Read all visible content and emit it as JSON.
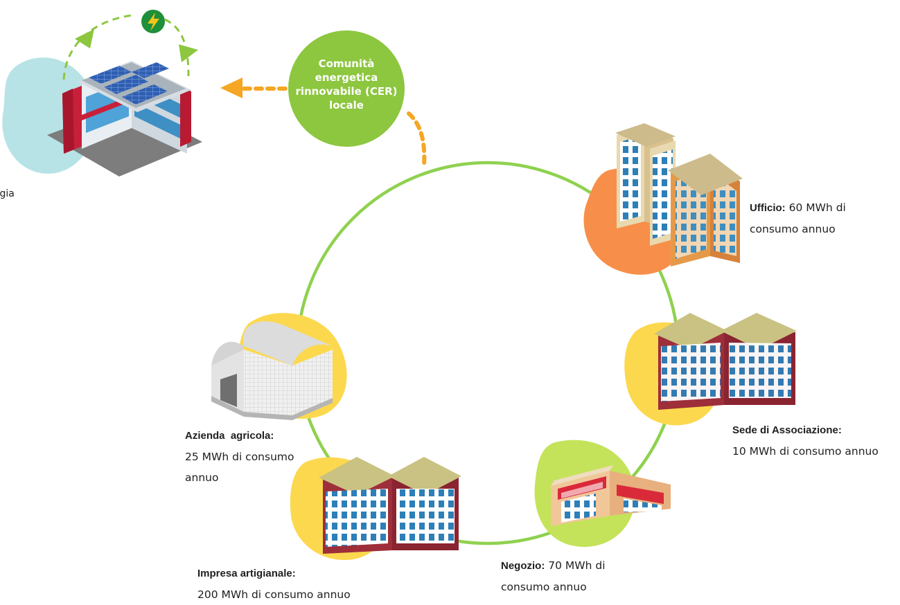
{
  "cer": {
    "label": "Comunità energetica rinnovabile (CER) locale",
    "color": "#8dc63f"
  },
  "producer": {
    "label_fragment": "rgia"
  },
  "colors": {
    "ring": "#8fd14f",
    "arrow_dots": "#f5a623",
    "exchange_arrows": "#8dc63f",
    "bolt_badge": "#1e8f3a",
    "blob_orange": "#f78f4a",
    "blob_yellow": "#fcd84e",
    "blob_lime": "#c4e35a",
    "blob_cyan": "#b7e3e6"
  },
  "members": [
    {
      "name": "Ufficio:",
      "value": "60 MWh di",
      "value2": "consumo annuo"
    },
    {
      "name": "Sede di Associazione:",
      "value": "10 MWh di consumo annuo"
    },
    {
      "name": "Negozio:",
      "value": "70 MWh di",
      "value2": "consumo annuo"
    },
    {
      "name": "Impresa artigianale:",
      "value": "200 MWh di consumo annuo"
    },
    {
      "name": "Azienda  agricola:",
      "value": "25 MWh di consumo",
      "value2": "annuo"
    }
  ]
}
